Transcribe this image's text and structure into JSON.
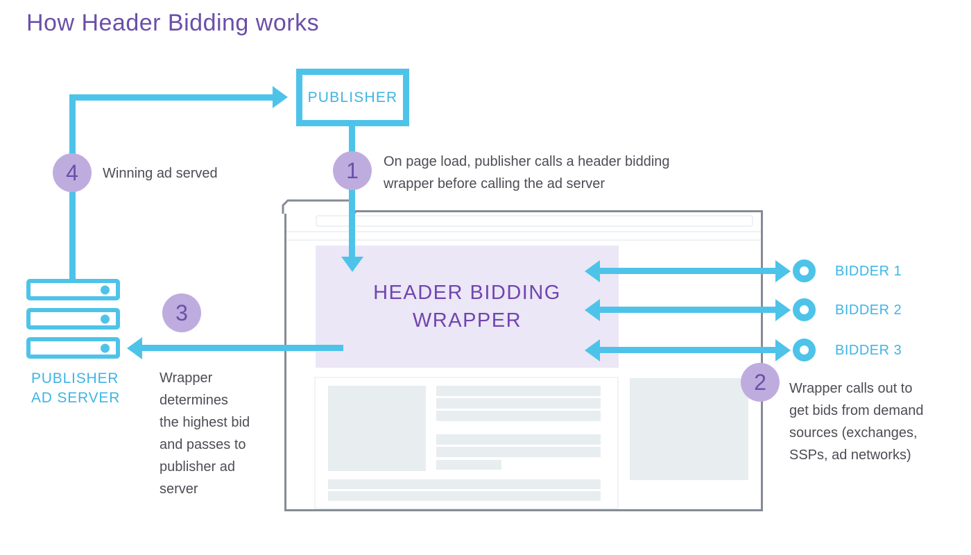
{
  "title": "How Header Bidding works",
  "colors": {
    "cyan": "#4EC3E9",
    "cyan-text": "#3DB5E4",
    "purple": "#6A4FA8",
    "wrapper-purple": "#7144B0",
    "lavender": "#BFACDF",
    "step-num": "#6B50A8",
    "text": "#4C4D55",
    "win-border": "#858B95",
    "wrapper-bg": "#EBE7F6",
    "placeholder": "#E8EDF0"
  },
  "publisher": {
    "label": "PUBLISHER"
  },
  "wrapper": {
    "label": "HEADER BIDDING\nWRAPPER"
  },
  "ad_server": {
    "label": "PUBLISHER\nAD SERVER"
  },
  "bidders": [
    {
      "label": "BIDDER 1"
    },
    {
      "label": "BIDDER 2"
    },
    {
      "label": "BIDDER 3"
    }
  ],
  "steps": [
    {
      "number": "1",
      "text": "On page load, publisher calls a header bidding\nwrapper before calling the ad server"
    },
    {
      "number": "2",
      "text": "Wrapper calls out to\nget bids from demand\nsources (exchanges,\nSSPs, ad networks)"
    },
    {
      "number": "3",
      "text": "Wrapper\ndetermines\nthe highest bid\nand passes to\npublisher ad\nserver"
    },
    {
      "number": "4",
      "text": "Winning ad served"
    }
  ]
}
